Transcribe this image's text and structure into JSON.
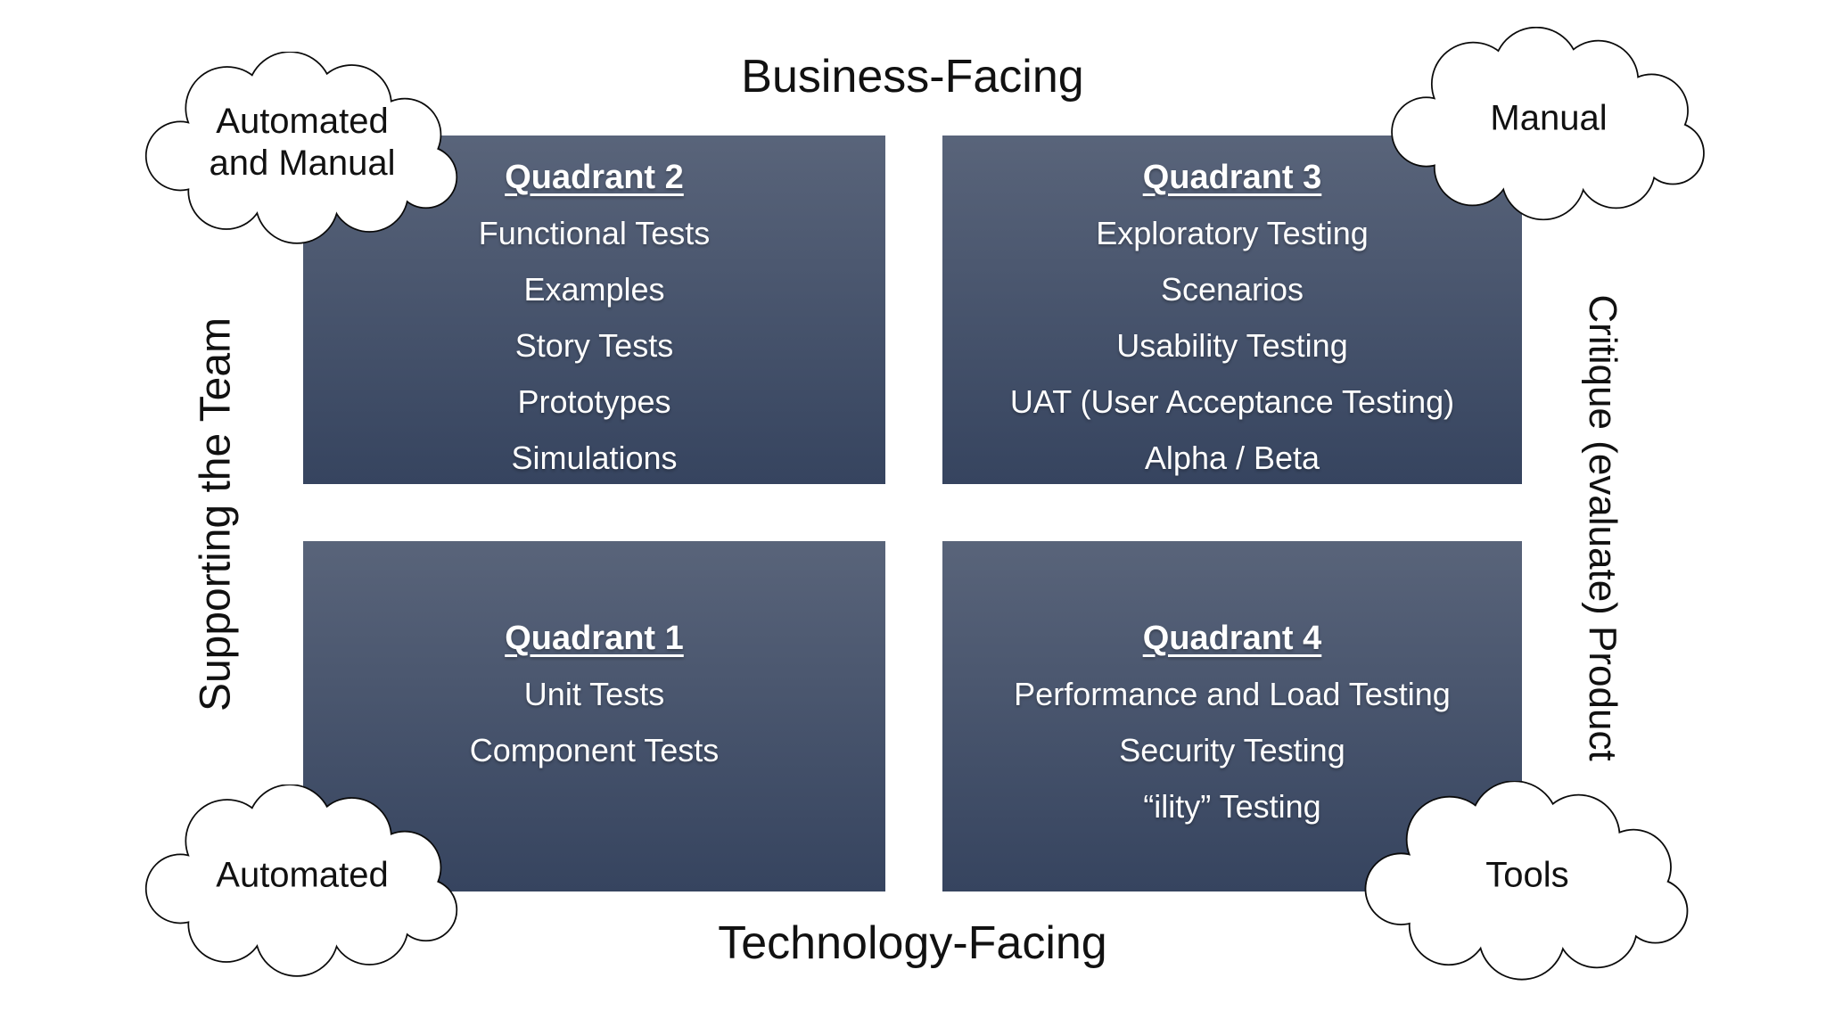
{
  "axes": {
    "top": "Business-Facing",
    "bottom": "Technology-Facing",
    "left": "Supporting the Team",
    "right": "Critique (evaluate) Product"
  },
  "quadrants": [
    {
      "position": "top-left",
      "title": "Quadrant 2",
      "items": [
        "Functional Tests",
        "Examples",
        "Story Tests",
        "Prototypes",
        "Simulations"
      ]
    },
    {
      "position": "top-right",
      "title": "Quadrant 3",
      "items": [
        "Exploratory Testing",
        "Scenarios",
        "Usability Testing",
        "UAT (User Acceptance Testing)",
        "Alpha / Beta"
      ]
    },
    {
      "position": "bottom-left",
      "title": "Quadrant 1",
      "items": [
        "Unit Tests",
        "Component Tests"
      ]
    },
    {
      "position": "bottom-right",
      "title": "Quadrant 4",
      "items": [
        "Performance and Load Testing",
        "Security Testing",
        "“ility” Testing"
      ]
    }
  ],
  "clouds": [
    {
      "position": "top-left",
      "label": "Automated and Manual"
    },
    {
      "position": "top-right",
      "label": "Manual"
    },
    {
      "position": "bottom-left",
      "label": "Automated"
    },
    {
      "position": "bottom-right",
      "label": "Tools"
    }
  ],
  "colors": {
    "background": "#ffffff",
    "box_gradient_top": "#59647a",
    "box_gradient_bottom": "#36445f",
    "box_text": "#ffffff",
    "label_text": "#111111",
    "cloud_fill": "#ffffff",
    "cloud_stroke": "#0a0a0a"
  }
}
